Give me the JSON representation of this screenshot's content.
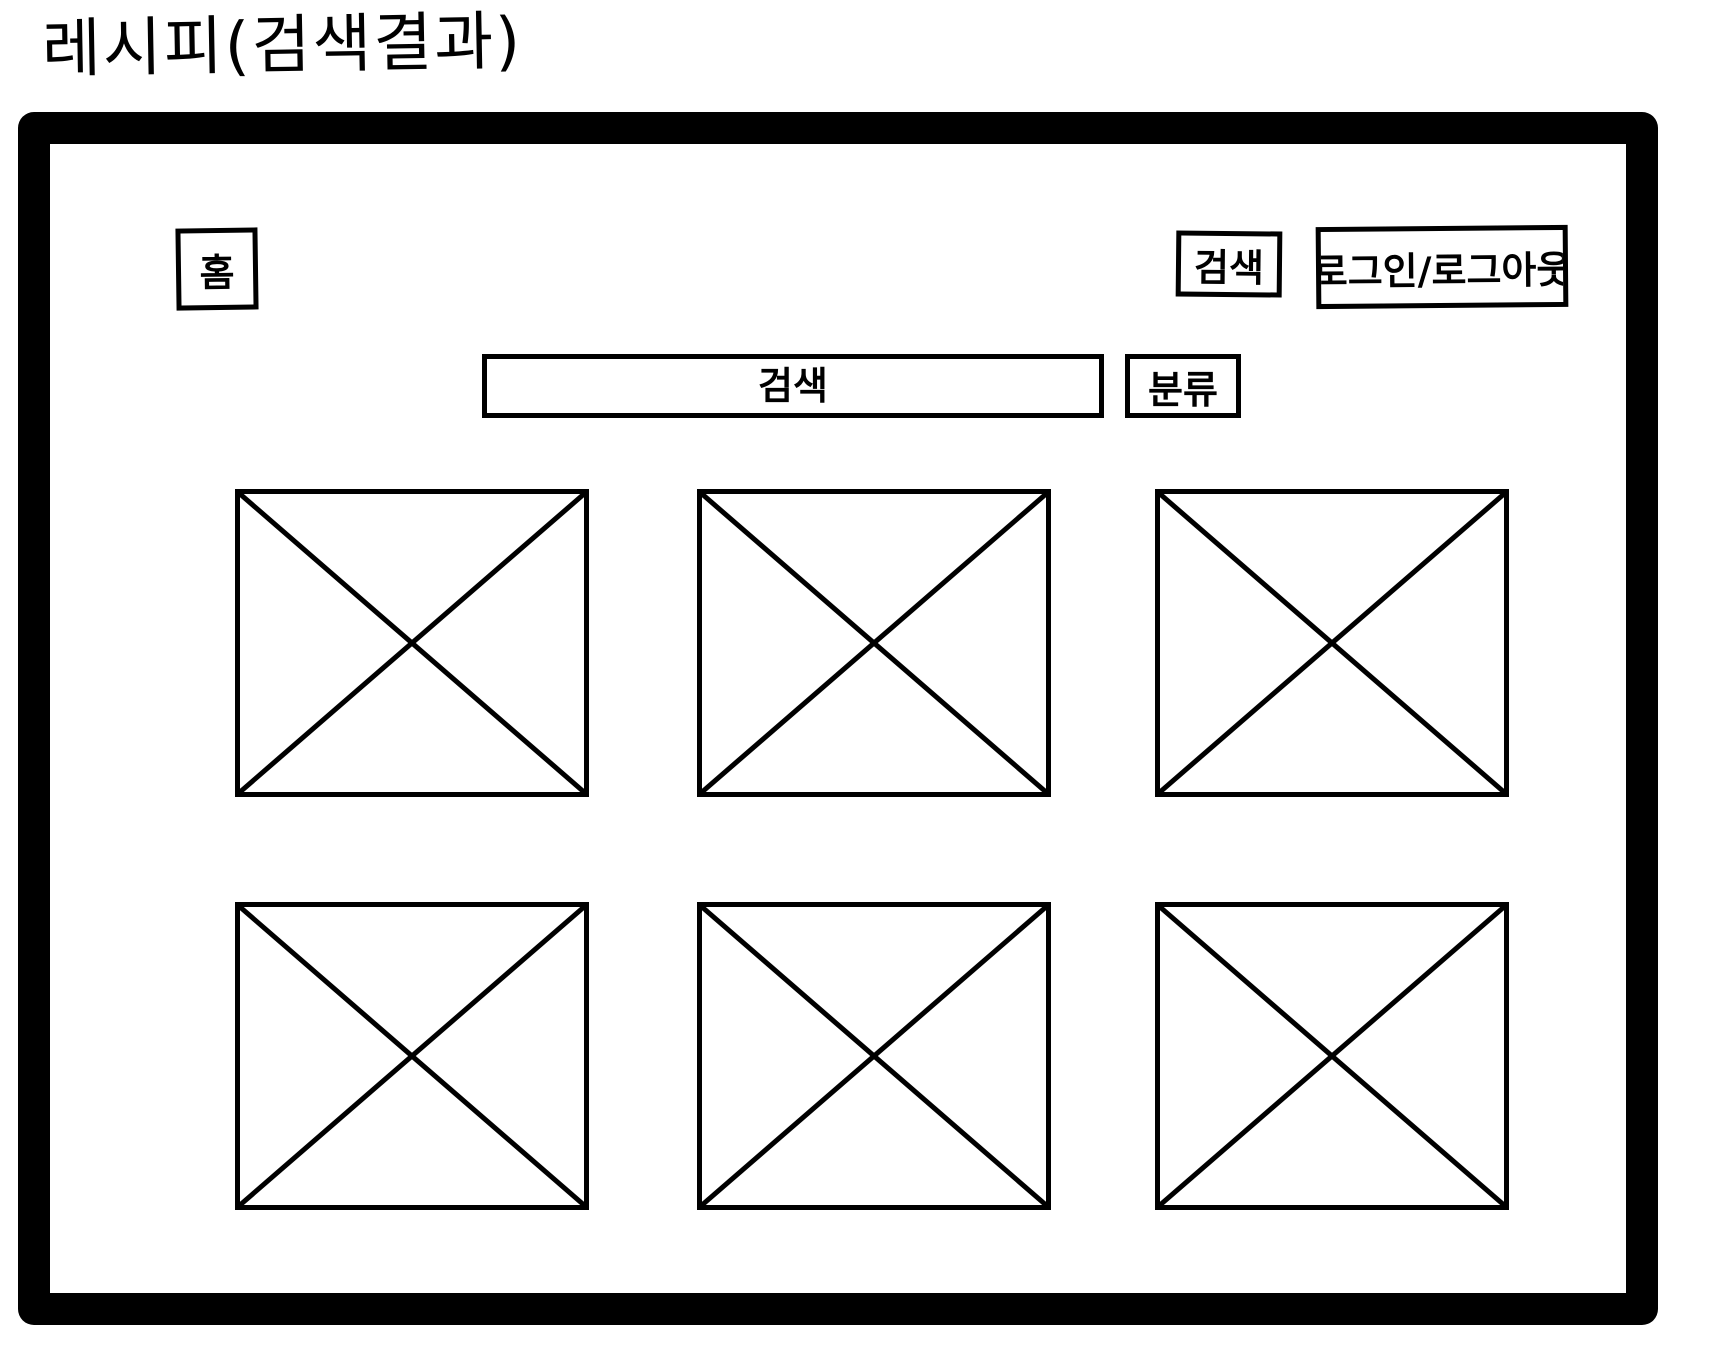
{
  "page": {
    "title": "레시피(검색결과)"
  },
  "header": {
    "home_label": "홈",
    "search_label": "검색",
    "auth_label": "로그인/로그아웃"
  },
  "search": {
    "placeholder": "검색",
    "category_label": "분류"
  },
  "results": {
    "items": [
      {
        "image": "placeholder-image"
      },
      {
        "image": "placeholder-image"
      },
      {
        "image": "placeholder-image"
      },
      {
        "image": "placeholder-image"
      },
      {
        "image": "placeholder-image"
      },
      {
        "image": "placeholder-image"
      }
    ]
  }
}
